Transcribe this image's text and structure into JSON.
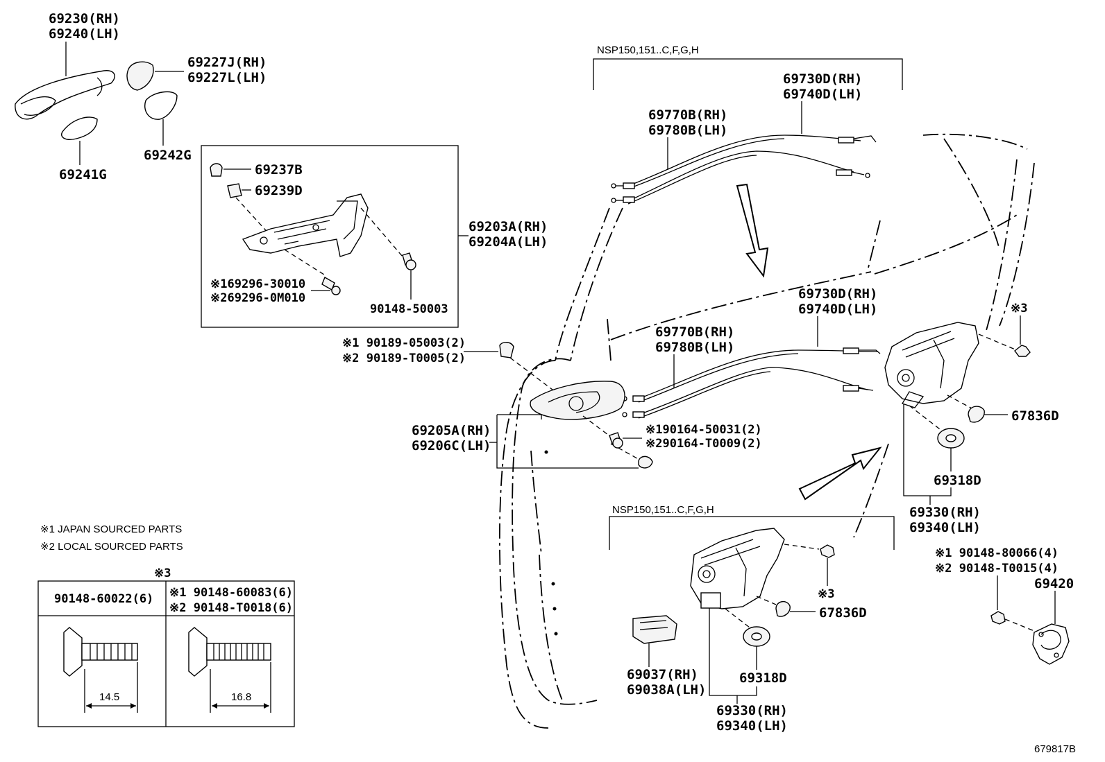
{
  "labels": {
    "p69230": "69230(RH)",
    "p69240": "69240(LH)",
    "p69227j": "69227J(RH)",
    "p69227l": "69227L(LH)",
    "p69241g": "69241G",
    "p69242g": "69242G",
    "p69237b": "69237B",
    "p69239d": "69239D",
    "p69203a": "69203A(RH)",
    "p69204a": "69204A(LH)",
    "screw1_a": "※169296-30010",
    "screw1_b": "※269296-0M010",
    "screw_90148_50003": "90148-50003",
    "nsp_top": "NSP150,151..C,F,G,H",
    "p69730d_top": "69730D(RH)",
    "p69740d_top": "69740D(LH)",
    "p69770b_top": "69770B(RH)",
    "p69780b_top": "69780B(LH)",
    "clip_a": "※1 90189-05003(2)",
    "clip_b": "※2 90189-T0005(2)",
    "p69730d_mid": "69730D(RH)",
    "p69740d_mid": "69740D(LH)",
    "p69770b_mid": "69770B(RH)",
    "p69780b_mid": "69780B(LH)",
    "ref3_top": "※3",
    "p69205a": "69205A(RH)",
    "p69206c": "69206C(LH)",
    "scr_a": "※190164-50031(2)",
    "scr_b": "※290164-T0009(2)",
    "p67836d_top": "67836D",
    "p69318d_top": "69318D",
    "p69330_right": "69330(RH)",
    "p69340_right": "69340(LH)",
    "note1": "※1 JAPAN SOURCED PARTS",
    "note2": "※2 LOCAL SOURCED PARTS",
    "ref3_table": "※3",
    "nsp_bottom": "NSP150,151..C,F,G,H",
    "ref3_bottom": "※3",
    "p67836d_bottom": "67836D",
    "p69037": "69037(RH)",
    "p69038a": "69038A(LH)",
    "p69318d_bottom": "69318D",
    "p69330_bottom": "69330(RH)",
    "p69340_bottom": "69340(LH)",
    "bolt_a": "※1 90148-80066(4)",
    "bolt_b": "※2 90148-T0015(4)",
    "p69420": "69420",
    "diagram_id": "679817B"
  },
  "bolt_table": {
    "col1_part": "90148-60022(6)",
    "col2_part_a": "※1 90148-60083(6)",
    "col2_part_b": "※2 90148-T0018(6)",
    "col1_length": "14.5",
    "col2_length": "16.8"
  }
}
